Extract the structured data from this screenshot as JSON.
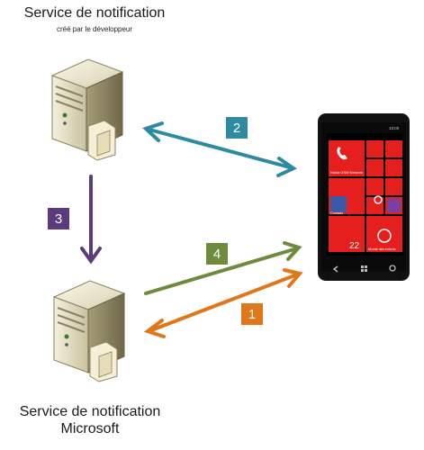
{
  "top_server": {
    "title": "Service de notification",
    "subtitle": "créé par le développeur"
  },
  "bottom_server": {
    "title_line1": "Service de notification",
    "title_line2": "Microsoft"
  },
  "steps": [
    {
      "number": "1",
      "color": "#e0771a"
    },
    {
      "number": "2",
      "color": "#2e8aa0"
    },
    {
      "number": "3",
      "color": "#5a3b7c"
    },
    {
      "number": "4",
      "color": "#6e8b3d"
    }
  ],
  "phone": {
    "status_time": "10:00",
    "tile_network": "Nokia GSM Network",
    "tile_contacts": "Contacts",
    "tile_store": "Monde des enfants",
    "tile_number": "22",
    "colors": {
      "tile_red": "#e51e1e",
      "frame": "#111111"
    }
  }
}
